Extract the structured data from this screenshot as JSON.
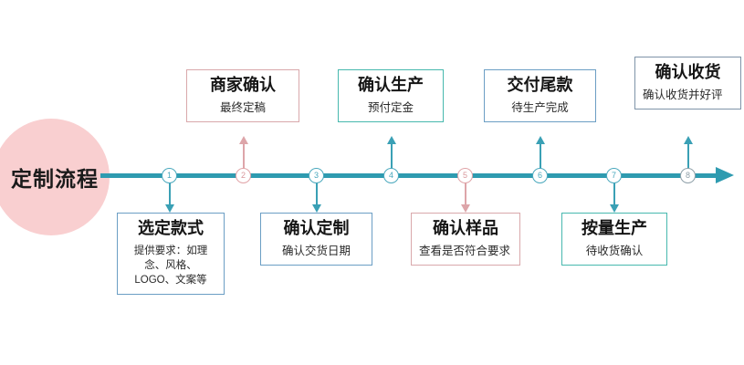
{
  "diagram": {
    "start_node": {
      "label": "定制流程",
      "shape": "circle",
      "fill_color": "#f9cfd0"
    },
    "axis": {
      "color": "#2e9bb0",
      "arrow_direction": "right"
    },
    "steps": [
      {
        "number": "1",
        "title": "选定款式",
        "subtitle": "提供要求：如理念、风格、LOGO、文案等",
        "position": "below",
        "border_color": "#6b9ec4",
        "node_color": "#4aa8bd"
      },
      {
        "number": "2",
        "title": "商家确认",
        "subtitle": "最终定稿",
        "position": "above",
        "border_color": "#d9a8ab",
        "node_color": "#e0a3a7"
      },
      {
        "number": "3",
        "title": "确认定制",
        "subtitle": "确认交货日期",
        "position": "below",
        "border_color": "#6b9ec4",
        "node_color": "#4aa8bd"
      },
      {
        "number": "4",
        "title": "确认生产",
        "subtitle": "预付定金",
        "position": "above",
        "border_color": "#47b8ae",
        "node_color": "#4aa8bd"
      },
      {
        "number": "5",
        "title": "确认样品",
        "subtitle": "查看是否符合要求",
        "position": "below",
        "border_color": "#d9a8ab",
        "node_color": "#e0a3a7"
      },
      {
        "number": "6",
        "title": "交付尾款",
        "subtitle": "待生产完成",
        "position": "above",
        "border_color": "#6b9ec4",
        "node_color": "#4aa8bd"
      },
      {
        "number": "7",
        "title": "按量生产",
        "subtitle": "待收货确认",
        "position": "below",
        "border_color": "#47b8ae",
        "node_color": "#4aa8bd"
      },
      {
        "number": "8",
        "title": "确认收货",
        "subtitle": "确认收货并好评",
        "position": "above",
        "border_color": "#7e93a8",
        "node_color": "#8e9fa8"
      }
    ]
  }
}
